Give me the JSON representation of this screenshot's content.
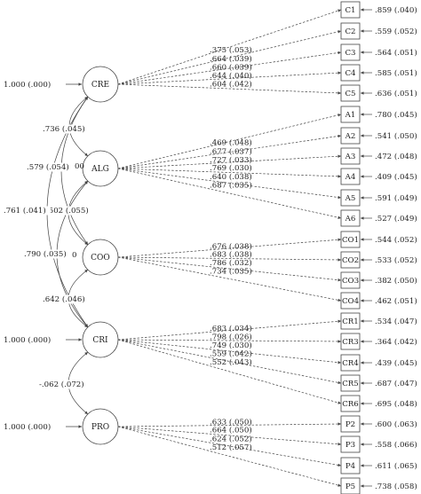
{
  "factors": [
    {
      "id": "CRE",
      "variance": "1.000 (.000)"
    },
    {
      "id": "ALG",
      "variance": ""
    },
    {
      "id": "COO",
      "variance": ""
    },
    {
      "id": "CRI",
      "variance": "1.000 (.000)"
    },
    {
      "id": "PRO",
      "variance": "1.000 (.000)"
    }
  ],
  "indicators": [
    {
      "id": "C1",
      "factor": "CRE",
      "loading": ".375 (.053)",
      "residual": ".859 (.040)"
    },
    {
      "id": "C2",
      "factor": "CRE",
      "loading": ".664 (.039)",
      "residual": ".559 (.052)"
    },
    {
      "id": "C3",
      "factor": "CRE",
      "loading": ".660 (.039)",
      "residual": ".564 (.051)"
    },
    {
      "id": "C4",
      "factor": "CRE",
      "loading": ".644 (.040)",
      "residual": ".585 (.051)"
    },
    {
      "id": "C5",
      "factor": "CRE",
      "loading": ".604 (.042)",
      "residual": ".636 (.051)"
    },
    {
      "id": "A1",
      "factor": "ALG",
      "loading": ".469 (.048)",
      "residual": ".780 (.045)"
    },
    {
      "id": "A2",
      "factor": "ALG",
      "loading": ".677 (.037)",
      "residual": ".541 (.050)"
    },
    {
      "id": "A3",
      "factor": "ALG",
      "loading": ".727 (.033)",
      "residual": ".472 (.048)"
    },
    {
      "id": "A4",
      "factor": "ALG",
      "loading": ".769 (.030)",
      "residual": ".409 (.045)"
    },
    {
      "id": "A5",
      "factor": "ALG",
      "loading": ".640 (.038)",
      "residual": ".591 (.049)"
    },
    {
      "id": "A6",
      "factor": "ALG",
      "loading": ".687 (.035)",
      "residual": ".527 (.049)"
    },
    {
      "id": "CO1",
      "factor": "COO",
      "loading": ".676 (.038)",
      "residual": ".544 (.052)"
    },
    {
      "id": "CO2",
      "factor": "COO",
      "loading": ".683 (.038)",
      "residual": ".533 (.052)"
    },
    {
      "id": "CO3",
      "factor": "COO",
      "loading": ".786 (.032)",
      "residual": ".382 (.050)"
    },
    {
      "id": "CO4",
      "factor": "COO",
      "loading": ".734 (.035)",
      "residual": ".462 (.051)"
    },
    {
      "id": "CR1",
      "factor": "CRI",
      "loading": ".683 (.034)",
      "residual": ".534 (.047)"
    },
    {
      "id": "CR3",
      "factor": "CRI",
      "loading": ".798 (.026)",
      "residual": ".364 (.042)"
    },
    {
      "id": "CR4",
      "factor": "CRI",
      "loading": ".749 (.030)",
      "residual": ".439 (.045)"
    },
    {
      "id": "CR5",
      "factor": "CRI",
      "loading": ".559 (.042)",
      "residual": ".687 (.047)"
    },
    {
      "id": "CR6",
      "factor": "CRI",
      "loading": ".552 (.043)",
      "residual": ".695 (.048)"
    },
    {
      "id": "P2",
      "factor": "PRO",
      "loading": ".633 (.050)",
      "residual": ".600 (.063)"
    },
    {
      "id": "P3",
      "factor": "PRO",
      "loading": ".664 (.050)",
      "residual": ".558 (.066)"
    },
    {
      "id": "P4",
      "factor": "PRO",
      "loading": ".624 (.052)",
      "residual": ".611 (.065)"
    },
    {
      "id": "P5",
      "factor": "PRO",
      "loading": ".512 (.057)",
      "residual": ".738 (.058)"
    }
  ],
  "correlations": [
    {
      "from": "CRE",
      "to": "ALG",
      "label": ".736 (.045)"
    },
    {
      "from": "CRE",
      "to": "COO",
      "label": ".579 (.054)"
    },
    {
      "from": "ALG",
      "to": "COO",
      "label": ".502 (.055)"
    },
    {
      "from": "CRE",
      "to": "CRI",
      "label": ".761 (.041)"
    },
    {
      "from": "ALG",
      "to": "CRI",
      "label": ".790 (.035)"
    },
    {
      "from": "COO",
      "to": "CRI",
      "label": ".642 (.046)"
    },
    {
      "from": "CRI",
      "to": "PRO",
      "label": "-.062 (.072)"
    }
  ],
  "fragments": {
    "alg_left": "00",
    "coo_left": "0"
  }
}
